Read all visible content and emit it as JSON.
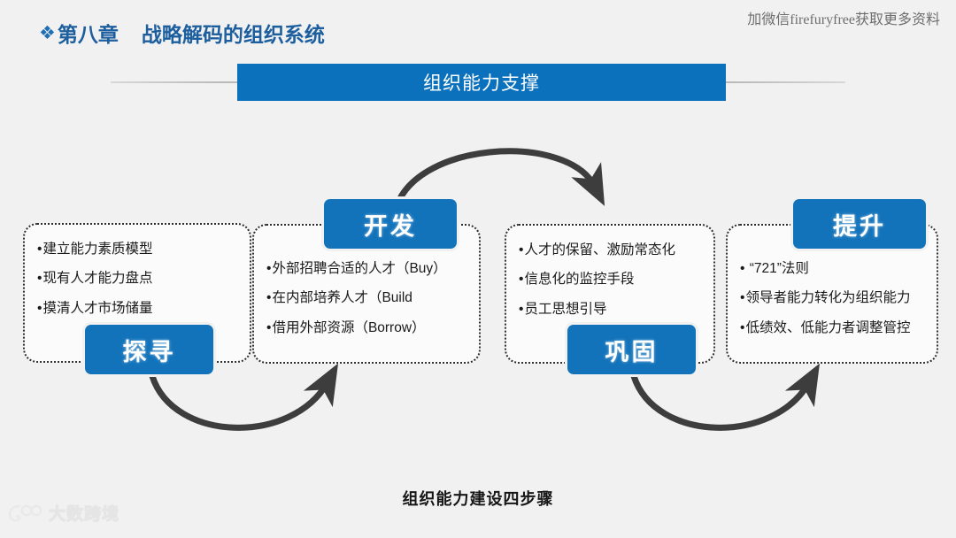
{
  "watermark": "加微信firefuryfree获取更多资料",
  "chapter": {
    "bullet_icon": "❖",
    "number": "第八章",
    "title": "战略解码的组织系统"
  },
  "banner": {
    "title": "组织能力支撑"
  },
  "caption": "组织能力建设四步骤",
  "logo": {
    "text": "大数跨境"
  },
  "colors": {
    "banner_blue": "#0b71bd",
    "tab_blue": "#1273bb",
    "heading_blue": "#1d5f9e",
    "arrow_gray": "#3d3d3d",
    "background": "#f1f1f1"
  },
  "steps": [
    {
      "label": "探寻",
      "bullets": [
        "建立能力素质模型",
        "现有人才能力盘点",
        "摸清人才市场储量"
      ]
    },
    {
      "label": "开发",
      "bullets": [
        "外部招聘合适的人才（Buy）",
        "在内部培养人才（Build",
        "借用外部资源（Borrow）"
      ]
    },
    {
      "label": "巩固",
      "bullets": [
        "人才的保留、激励常态化",
        "信息化的监控手段",
        "员工思想引导"
      ]
    },
    {
      "label": "提升",
      "bullets": [
        "“721”法则",
        "领导者能力转化为组织能力",
        "低绩效、低能力者调整管控"
      ]
    }
  ],
  "bullet_char": "•"
}
